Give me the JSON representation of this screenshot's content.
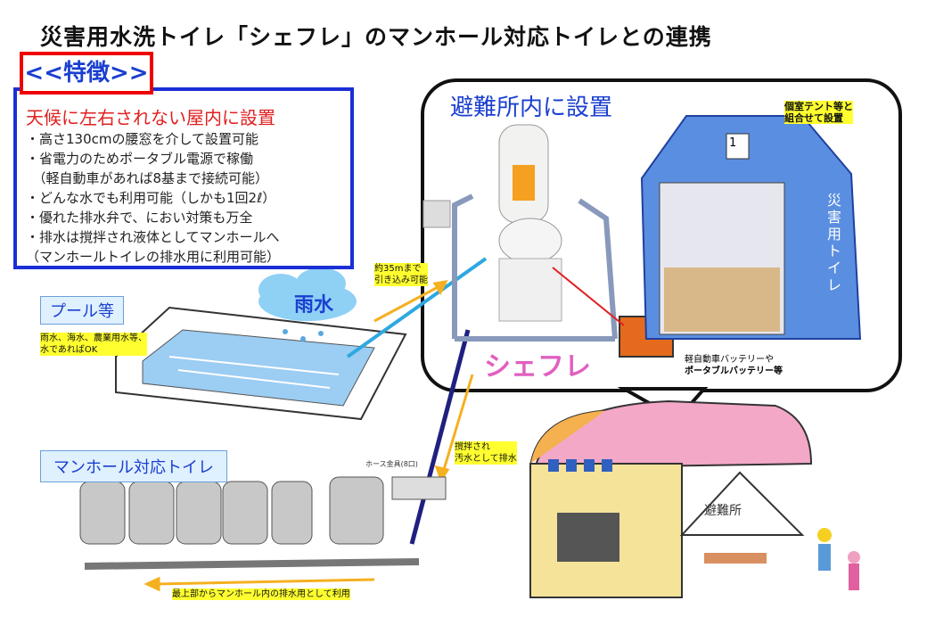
{
  "title": "災害用水洗トイレ「シェフレ」のマンホール対応トイレとの連携",
  "features": {
    "badge": "<<特徴>>",
    "heading": "天候に左右されない屋内に設置",
    "items": [
      "・高さ130cmの腰窓を介して設置可能",
      "・省電力のためポータブル電源で稼働",
      "　（軽自動車があれば8基まで接続可能）",
      "・どんな水でも利用可能（しかも1回2ℓ）",
      "・優れた排水弁で、におい対策も万全",
      "・排水は撹拌され液体としてマンホールへ",
      "（マンホールトイレの排水用に利用可能）"
    ]
  },
  "bubble": {
    "title": "避難所内に設置",
    "product": "シェフレ",
    "tent_note": [
      "個室テント等と",
      "組合せて設置"
    ],
    "tent_sign": "災害用トイレ",
    "tent_number": "1",
    "battery_note": [
      "軽自動車バッテリーや",
      "ポータブルバッテリー等"
    ]
  },
  "pool": {
    "label": "プール等",
    "note": [
      "雨水、海水、農業用水等、",
      "水であればOK"
    ],
    "rain": "雨水"
  },
  "intake_note": [
    "約35mまで",
    "引き込み可能"
  ],
  "manhole": {
    "label": "マンホール対応トイレ",
    "hose": "ホース金具(8口)",
    "drain_note": [
      "撹拌され",
      "汚水として排水"
    ],
    "bottom_note": "最上部からマンホール内の排水用として利用"
  },
  "shelter_sign": "避難所"
}
